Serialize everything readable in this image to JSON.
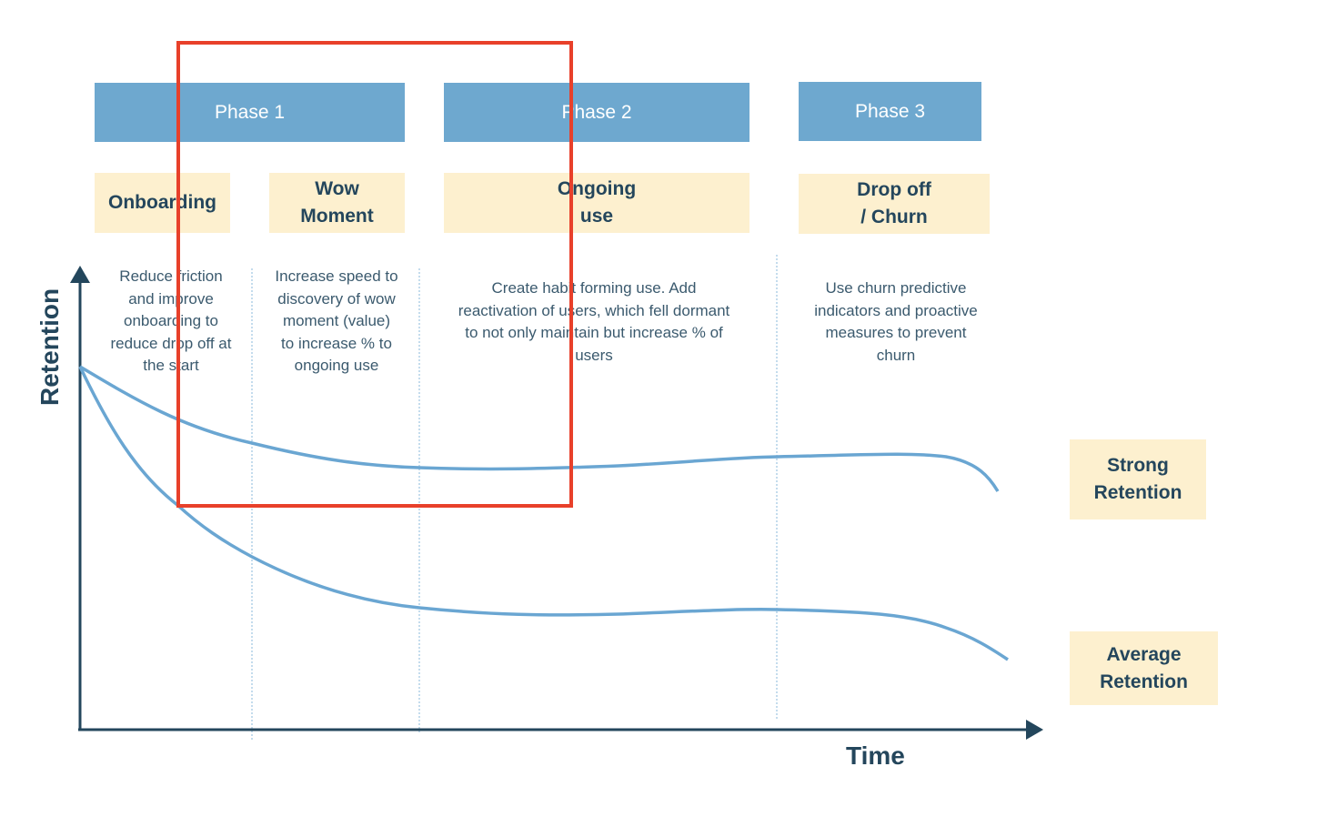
{
  "phases": [
    {
      "label": "Phase 1"
    },
    {
      "label": "Phase 2"
    },
    {
      "label": "Phase 3"
    }
  ],
  "stages": [
    {
      "label": "Onboarding",
      "description": "Reduce friction\nand improve\nonboarding to\nreduce drop off at\nthe start"
    },
    {
      "label": "Wow\nMoment",
      "description": "Increase speed to\ndiscovery of wow\nmoment (value)\nto increase % to\nongoing use"
    },
    {
      "label": "Ongoing\nuse",
      "description": "Create habit forming use. Add\nreactivation of users, which fell dormant\nto not only maintain but increase % of\nusers"
    },
    {
      "label": "Drop off\n/ Churn",
      "description": "Use churn predictive\nindicators and proactive\nmeasures to prevent\nchurn"
    }
  ],
  "axes": {
    "y_label": "Retention",
    "x_label": "Time"
  },
  "curves": [
    {
      "label": "Strong\nRetention"
    },
    {
      "label": "Average\nRetention"
    }
  ],
  "colors": {
    "phase": "#6ea8cf",
    "stage": "#fdf0cf",
    "curve": "#6aa6d2",
    "axis": "#23465c",
    "highlight": "#e8402a"
  }
}
